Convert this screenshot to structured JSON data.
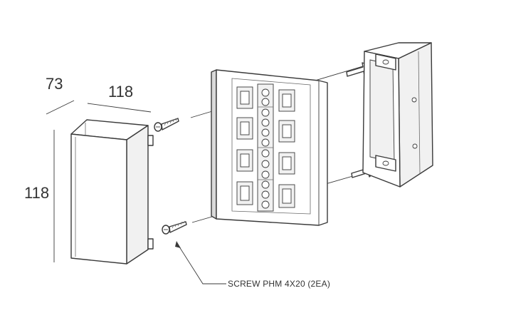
{
  "dimensions": {
    "depth": "73",
    "width": "118",
    "height": "118"
  },
  "callout": {
    "screw_label": "SCREW PHM 4X20 (2EA)"
  }
}
